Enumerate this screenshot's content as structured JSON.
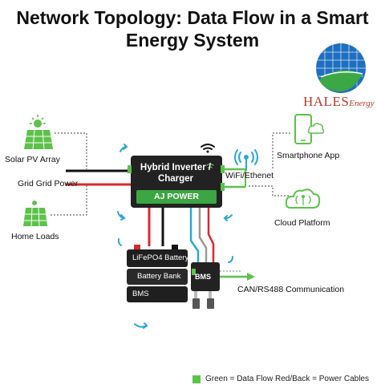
{
  "title": "Network Topology: Data Flow in a Smart Energy System",
  "logo": {
    "brand": "HALES",
    "suffix": "Energy"
  },
  "nodes": {
    "solar": "Solar PV Array",
    "grid": "Grid Grid Power",
    "home": "Home Loads",
    "inverter_title": "Hybrid Inverter / Charger",
    "inverter_brand": "AJ POWER",
    "wifi": "WiFi/Ethenet",
    "smartphone": "Smartphone App",
    "cloud": "Cloud Platform",
    "battery_rows": [
      "LiFePO4 Battery",
      "Battery Bank",
      "BMS"
    ],
    "bms_module": "BMS",
    "canbus": "CAN/RS488 Communication"
  },
  "legend": "Green = Data Flow Red/Back = Power Cables",
  "colors": {
    "data": "#5cc24a",
    "power_pos": "#d9282f",
    "power_neg": "#111111",
    "signal": "#29a8d6"
  }
}
